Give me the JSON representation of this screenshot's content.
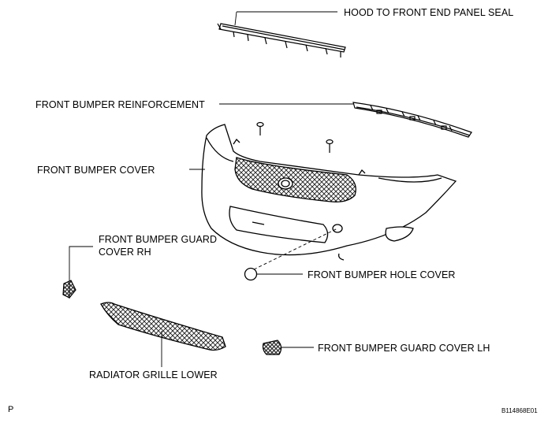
{
  "labels": {
    "hood_seal": "HOOD TO FRONT END PANEL SEAL",
    "reinforcement": "FRONT BUMPER REINFORCEMENT",
    "bumper_cover": "FRONT BUMPER COVER",
    "guard_cover_rh_line1": "FRONT BUMPER GUARD",
    "guard_cover_rh_line2": "COVER RH",
    "hole_cover": "FRONT BUMPER HOLE COVER",
    "guard_cover_lh": "FRONT BUMPER GUARD COVER LH",
    "grille_lower": "RADIATOR GRILLE LOWER"
  },
  "footer": {
    "page_mark": "P",
    "figure_code": "B114868E01"
  }
}
